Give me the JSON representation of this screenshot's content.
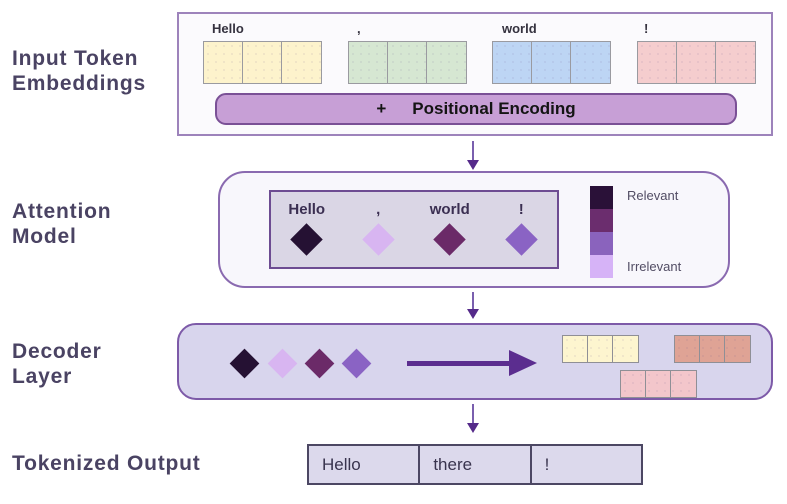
{
  "input_embeddings": {
    "label_line1": "Input Token",
    "label_line2": "Embeddings",
    "tokens": [
      {
        "text": "Hello",
        "color": "#fdf3cc"
      },
      {
        "text": ",",
        "color": "#d6e7d2"
      },
      {
        "text": "world",
        "color": "#bdd5f4"
      },
      {
        "text": "!",
        "color": "#f5cdce"
      }
    ],
    "positional_plus": "+",
    "positional_label": "Positional Encoding",
    "positional_bar_color": "#c79fd6"
  },
  "attention_model": {
    "label_line1": "Attention",
    "label_line2": "Model",
    "items": [
      {
        "word": "Hello",
        "relevance_color": "#251133"
      },
      {
        "word": ",",
        "relevance_color": "#d8b5f1"
      },
      {
        "word": "world",
        "relevance_color": "#6b2a68"
      },
      {
        "word": "!",
        "relevance_color": "#8a63c4"
      }
    ],
    "legend": {
      "top_label": "Relevant",
      "bottom_label": "Irrelevant",
      "swatches": [
        "#2a1138",
        "#6b2d6e",
        "#8a63bd",
        "#d6b3f7"
      ]
    }
  },
  "decoder_layer": {
    "label_line1": "Decoder",
    "label_line2": "Layer",
    "diamonds": [
      "#251133",
      "#d8b5f1",
      "#6b2a68",
      "#8a63c4"
    ],
    "output_token_colors": [
      "#fdf5cf",
      "#dfa395",
      "#f3c6cb"
    ]
  },
  "tokenized_output": {
    "label": "Tokenized Output",
    "cells": [
      "Hello",
      "there",
      "!"
    ]
  },
  "colors": {
    "arrow": "#5b2d8f",
    "section_label_text": "#4a4363",
    "panel_border_light": "#9d83bb",
    "attention_panel_border": "#8a6ab0",
    "decoder_panel_fill": "#d8d5ed",
    "output_table_fill": "#dcd9ec"
  }
}
